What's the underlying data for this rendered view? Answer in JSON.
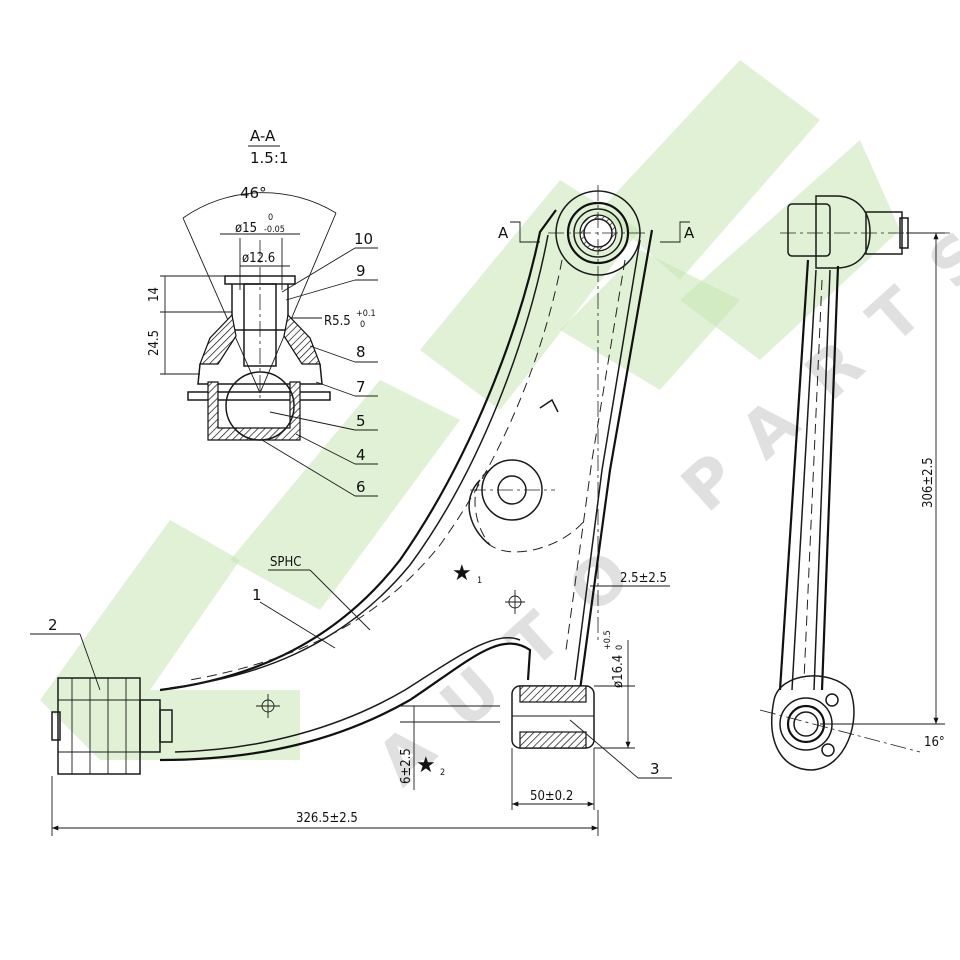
{
  "section": {
    "title": "A-A",
    "scale": "1.5:1",
    "angle": "46°",
    "dim_outer": "ø15",
    "dim_outer_tol_upper": "0",
    "dim_outer_tol_lower": "-0.05",
    "dim_inner": "ø12.6",
    "dim_height1": "14",
    "dim_height2": "24.5",
    "radius": "R5.5",
    "radius_tol_upper": "+0.1",
    "radius_tol_lower": "0"
  },
  "callouts": {
    "c10": "10",
    "c9": "9",
    "c8": "8",
    "c7": "7",
    "c5": "5",
    "c4": "4",
    "c6": "6",
    "c1": "1",
    "c2": "2",
    "c3": "3"
  },
  "section_marks": {
    "left": "A",
    "right": "A"
  },
  "material": "SPHC",
  "dimensions": {
    "offset": "2.5±2.5",
    "bush_dia": "ø16.4",
    "bush_dia_tol_upper": "+0.5",
    "bush_dia_tol_lower": "0",
    "vertical_offset": "6±2.5",
    "bush_width": "50±0.2",
    "overall_length": "326.5±2.5",
    "height": "306±2.5",
    "tilt_angle": "16°"
  },
  "stars": {
    "s1": "1",
    "s2": "2"
  },
  "watermark": {
    "text": "AUTO PARTS",
    "color": "#c8e6b5"
  }
}
